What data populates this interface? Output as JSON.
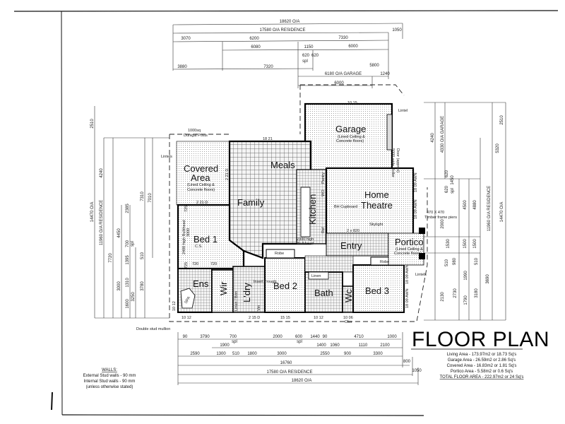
{
  "title": "FLOOR PLAN",
  "areas": [
    "Living Area - 173.97m2 or 18.73 Sq's",
    "Garage Area - 26.59m2 or 2.86 Sq's",
    "Covered Area - 16.83m2 or 1.81 Sq's",
    "Portico Area - 5.58m2 or 0.6 Sq's",
    "TOTAL FLOOR AREA - 222.97m2 or 24 Sq's"
  ],
  "walls": {
    "heading": "WALLS:",
    "lines": [
      "External Stud walls - 90 mm",
      "Internal Stud walls - 90 mm",
      "(unless otherwise stated)"
    ]
  },
  "rooms": {
    "garage": "Garage",
    "garage_note1": "(Lined Ceiling &",
    "garage_note2": "Concrete floors)",
    "covered1": "Covered",
    "covered2": "Area",
    "covered_note1": "(Lined Ceiling &",
    "covered_note2": "Concrete floors)",
    "meals": "Meals",
    "family": "Family",
    "kitchen": "Kitchen",
    "home1": "Home",
    "home2": "Theatre",
    "bed1": "Bed 1",
    "bed2": "Bed 2",
    "bed3": "Bed 3",
    "ens": "Ens",
    "wir": "Wir",
    "ldry": "L'dry",
    "bath": "Bath",
    "wc": "Wc",
    "entry": "Entry",
    "portico": "Portico",
    "portico_note1": "(Lined Ceiling &",
    "portico_note2": "Concrete floors)"
  },
  "annotations": {
    "lintel": "Lintel",
    "lintels_left": "Lintels",
    "lintels_right": "Lintels",
    "posts1": "1000sq",
    "posts2": "Dunigal Posts",
    "piers1": "470 X 470",
    "piers2": "Timber frame piers",
    "mullion": "Double stud mullion",
    "skylight": "Skylight",
    "bh_cupboard": "BH Cupboard",
    "bulkhead1": "2300 high",
    "bulkhead2": "Bulkhead",
    "bed1_bulkhead": "2400 high Bulkhead",
    "bed1_bulkhead_dim": "3000",
    "roller_door1": "5000 wide Roller",
    "roller_door2": "Door (approx)",
    "robe": "Robe",
    "robe2": "Robe",
    "linen": "Linen",
    "pantry": "Pantry",
    "ref": "Ref",
    "wo": "WO",
    "linen_brm": "Linen / Brm",
    "trough": "Insert Trough",
    "vm": "Vm",
    "spa": "SPA",
    "cs": "C.S.",
    "cs720a": "720",
    "cs720b": "720",
    "d725": "725",
    "d725b": "725",
    "w_garage": "10 15",
    "w_meals": "18 21",
    "w_covered": "2 21 D",
    "w_bed1": "2 21 D",
    "w_ens_l": "10 12",
    "w_ens_b": "10 12",
    "w_ldry": "2 15 D",
    "w_bed2": "15 15",
    "w_bath": "10 12",
    "w_wc": "10 06",
    "w_obs": "Obs",
    "w_entry": "2 x 820",
    "awn1": "18 09 AWN",
    "awn2": "18 09 AWN",
    "awn3": "18 09 AWN",
    "awn4": "18 09 AWN"
  },
  "dims_top": [
    "18620 O/A",
    "17580 O/A RESIDENCE",
    "1050",
    "3070",
    "6200",
    "7330",
    "6080",
    "1150",
    "6000",
    "620",
    "620",
    "spl",
    "3880",
    "7320",
    "5800",
    "6180 O/A GARAGE",
    "1240",
    "6000"
  ],
  "dims_bottom": [
    "90",
    "3790",
    "700",
    "spl",
    "2000",
    "600",
    "spl",
    "1440",
    "90",
    "4710",
    "1000",
    "1900",
    "1400",
    "1060",
    "1110",
    "2100",
    "2590",
    "1300",
    "510",
    "1800",
    "3000",
    "2550",
    "900",
    "3300",
    "16760",
    "800",
    "17580 O/A RESIDENCE",
    "1050",
    "18620 O/A"
  ],
  "dims_left": [
    "2510",
    "4240",
    "14470 O/A",
    "11960 O/A RESIDENCE",
    "7720",
    "4450",
    "2385",
    "7310",
    "7010",
    "700",
    "spl",
    "1395",
    "1310",
    "3000",
    "1600",
    "3250",
    "3780",
    "510"
  ],
  "dims_right": [
    "4240",
    "4330 O/A GARAGE",
    "5320",
    "2510",
    "620",
    "1450",
    "620",
    "spl",
    "2000",
    "4500",
    "4880",
    "11960 O/A RESIDENCE",
    "14470 O/A",
    "1530",
    "1500",
    "1500",
    "980",
    "510",
    "2130",
    "2730",
    "1990",
    "1790",
    "3180",
    "3690",
    "510"
  ]
}
